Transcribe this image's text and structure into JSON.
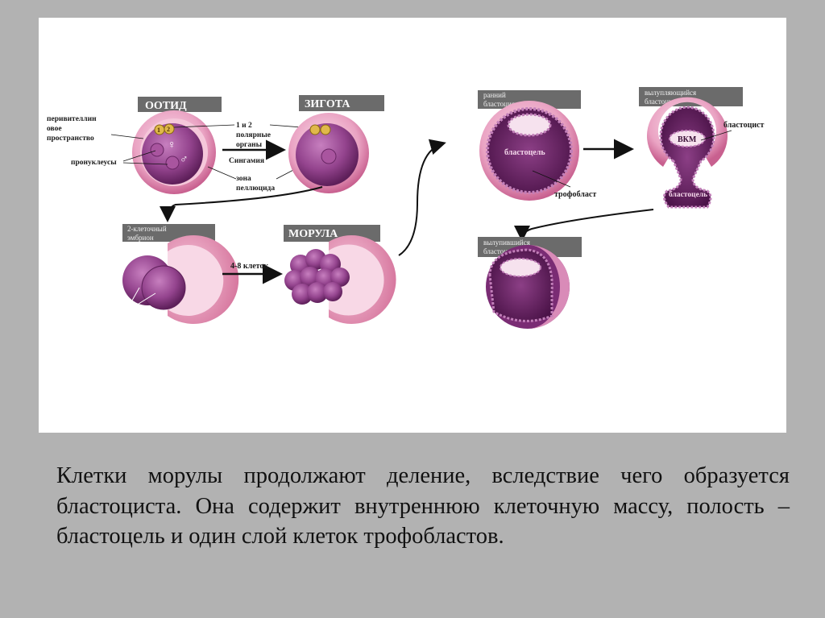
{
  "diagram": {
    "stages": {
      "ootid": "ООТИД",
      "zygote": "ЗИГОТА",
      "two_cell": [
        "2-клеточный",
        "эмбрион"
      ],
      "morula": "МОРУЛА",
      "early_blastocyst": [
        "ранний",
        "бластоцист"
      ],
      "hatching_blastocyst": [
        "вылупляющийся",
        "бластоцист"
      ],
      "hatched_blastocyst": [
        "вылупившийся",
        "бластоцист"
      ]
    },
    "labels": {
      "perivitelline": [
        "перивителлин",
        "овое",
        "пространство"
      ],
      "pronuclei": "пронуклеусы",
      "polar_bodies": [
        "1 и 2",
        "полярные",
        "органы"
      ],
      "syngamy": "Сингамия",
      "zona": [
        "зона",
        "пеллюцида"
      ],
      "cells_4_8": "4-8 клеток",
      "blastocoel_early": "бластоцель",
      "trophoblast": "трофобласт",
      "blastocyst": "бластоцист",
      "icm": "ВКМ",
      "blastocoel_hatching": "бластоцель",
      "polar_1": "1",
      "polar_2": "2",
      "female_symbol": "♀",
      "male_symbol": "♂"
    },
    "colors": {
      "banner": "#6b6b6b",
      "zona": "#e8a4c0",
      "cell": "#8a3d82",
      "polar": "#e0b84a"
    }
  },
  "caption": "Клетки морулы продолжают деление, вследствие чего образуется бластоциста. Она содержит внутреннюю клеточную массу, полость – бластоцель и один слой клеток трофобластов."
}
